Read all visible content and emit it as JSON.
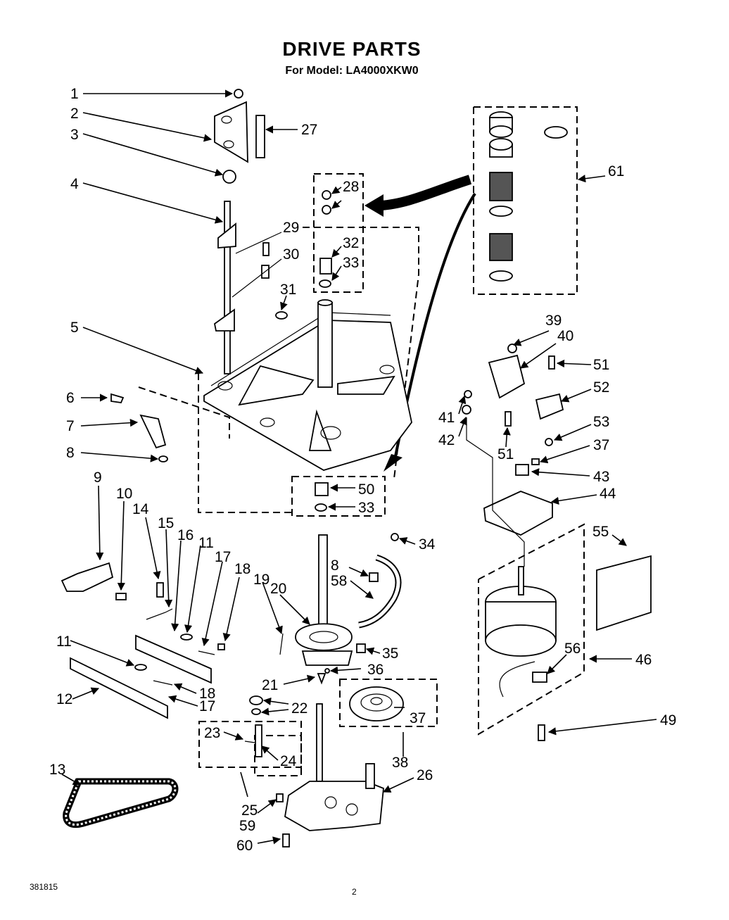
{
  "title": "DRIVE PARTS",
  "subtitle": "For Model: LA4000XKW0",
  "footer": {
    "doc_number": "381815",
    "page_number": "2"
  },
  "callouts": [
    "1",
    "2",
    "3",
    "4",
    "5",
    "6",
    "7",
    "8",
    "9",
    "10",
    "11",
    "12",
    "13",
    "14",
    "15",
    "16",
    "17",
    "18",
    "19",
    "20",
    "21",
    "22",
    "23",
    "24",
    "25",
    "26",
    "27",
    "28",
    "29",
    "30",
    "31",
    "32",
    "33",
    "34",
    "35",
    "36",
    "37",
    "38",
    "39",
    "40",
    "41",
    "42",
    "43",
    "44",
    "46",
    "49",
    "50",
    "51",
    "52",
    "53",
    "55",
    "56",
    "58",
    "59",
    "60",
    "61"
  ]
}
